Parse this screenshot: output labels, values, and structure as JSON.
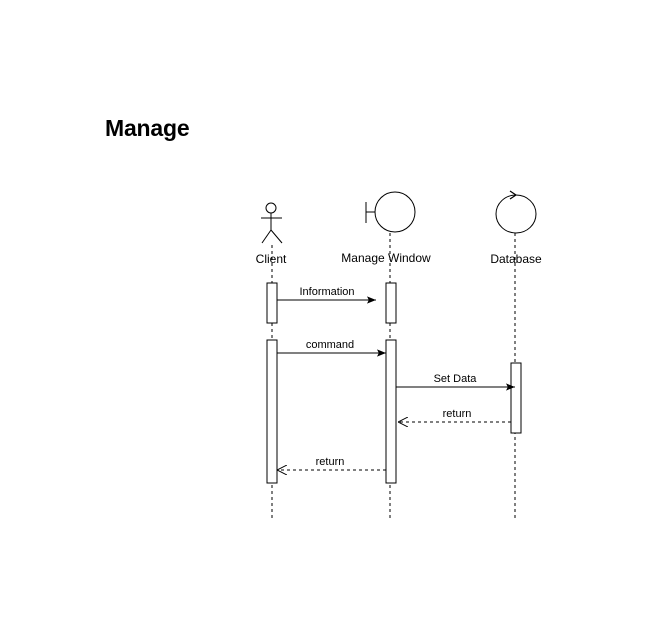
{
  "title": "Manage",
  "participants": {
    "client": {
      "label": "Client",
      "kind": "actor-icon"
    },
    "window": {
      "label": "Manage Window",
      "kind": "boundary-icon"
    },
    "database": {
      "label": "Database",
      "kind": "control-icon"
    }
  },
  "messages": {
    "m1": {
      "label": "Information",
      "style": "solid"
    },
    "m2": {
      "label": "command",
      "style": "solid"
    },
    "m3": {
      "label": "Set Data",
      "style": "solid"
    },
    "m4": {
      "label": "return",
      "style": "dashed"
    },
    "m5": {
      "label": "return",
      "style": "dashed"
    }
  },
  "colors": {
    "line": "#000000",
    "background": "#ffffff"
  }
}
